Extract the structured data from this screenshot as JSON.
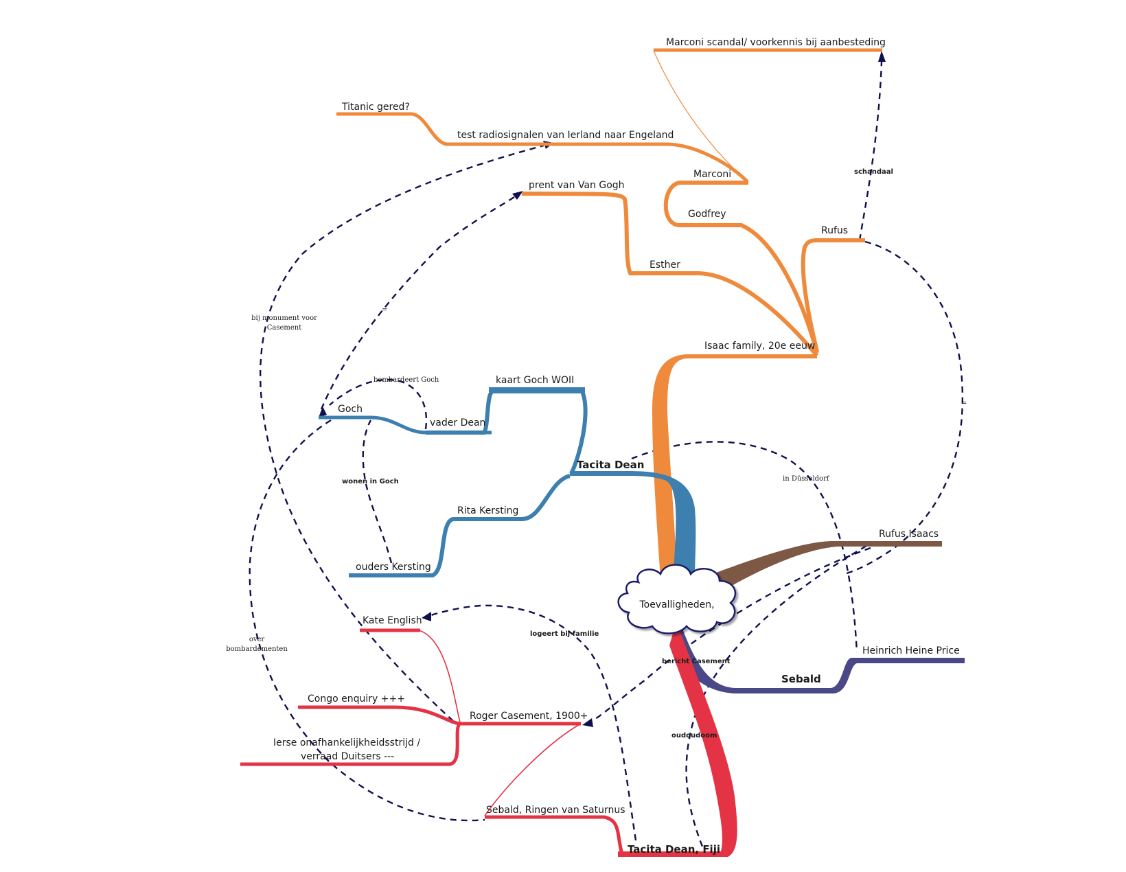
{
  "colors": {
    "orange": "#ef8a3c",
    "blue": "#3d7faf",
    "brown": "#7d5845",
    "purple": "#4b4887",
    "red": "#e33344",
    "connector": "#10104e"
  },
  "central": {
    "label": "Toevalligheden,"
  },
  "nodes": {
    "marconi_scandal": "Marconi scandal/ voorkennis bij aanbesteding",
    "titanic": "Titanic gered?",
    "test_radio": "test radiosignalen van Ierland naar Engeland",
    "marconi": "Marconi",
    "prent": "prent van Van Gogh",
    "godfrey": "Godfrey",
    "rufus": "Rufus",
    "esther": "Esther",
    "isaac_family": "Isaac family, 20e eeuw",
    "kaart_goch": "kaart Goch WOII",
    "goch": "Goch",
    "vader_dean": "vader Dean",
    "tacita_dean": "Tacita Dean",
    "rita_kersting": "Rita Kersting",
    "ouders_kersting": "ouders Kersting",
    "rufus_isaacs": "Rufus Isaacs",
    "kate_english": "Kate English",
    "heinrich": "Heinrich Heine Price",
    "sebald": "Sebald",
    "congo": "Congo enquiry +++",
    "roger": "Roger Casement, 1900+",
    "ierse_1": "Ierse onafhankelijkheidsstrijd /",
    "ierse_2": "verraad Duitsers ---",
    "sebald_ringen": "Sebald, Ringen van Saturnus",
    "tacita_fiji": "Tacita Dean, Fiji"
  },
  "links": {
    "schandaal": "schandaal",
    "bij_monument_1": "bij monument voor",
    "bij_monument_2": "Casement",
    "eq_prent": "=",
    "bombardeert": "bombardeert Goch",
    "eq_rufus": "=",
    "in_dusseldorf": "in Düsseldorf",
    "wonen_in_goch": "wonen in  Goch",
    "logeert": "logeert bij familie",
    "over_bomb_1": "over",
    "over_bomb_2": "bombardementen",
    "bericht": "bericht Casement",
    "oudoudoom": "oudoudoom"
  }
}
